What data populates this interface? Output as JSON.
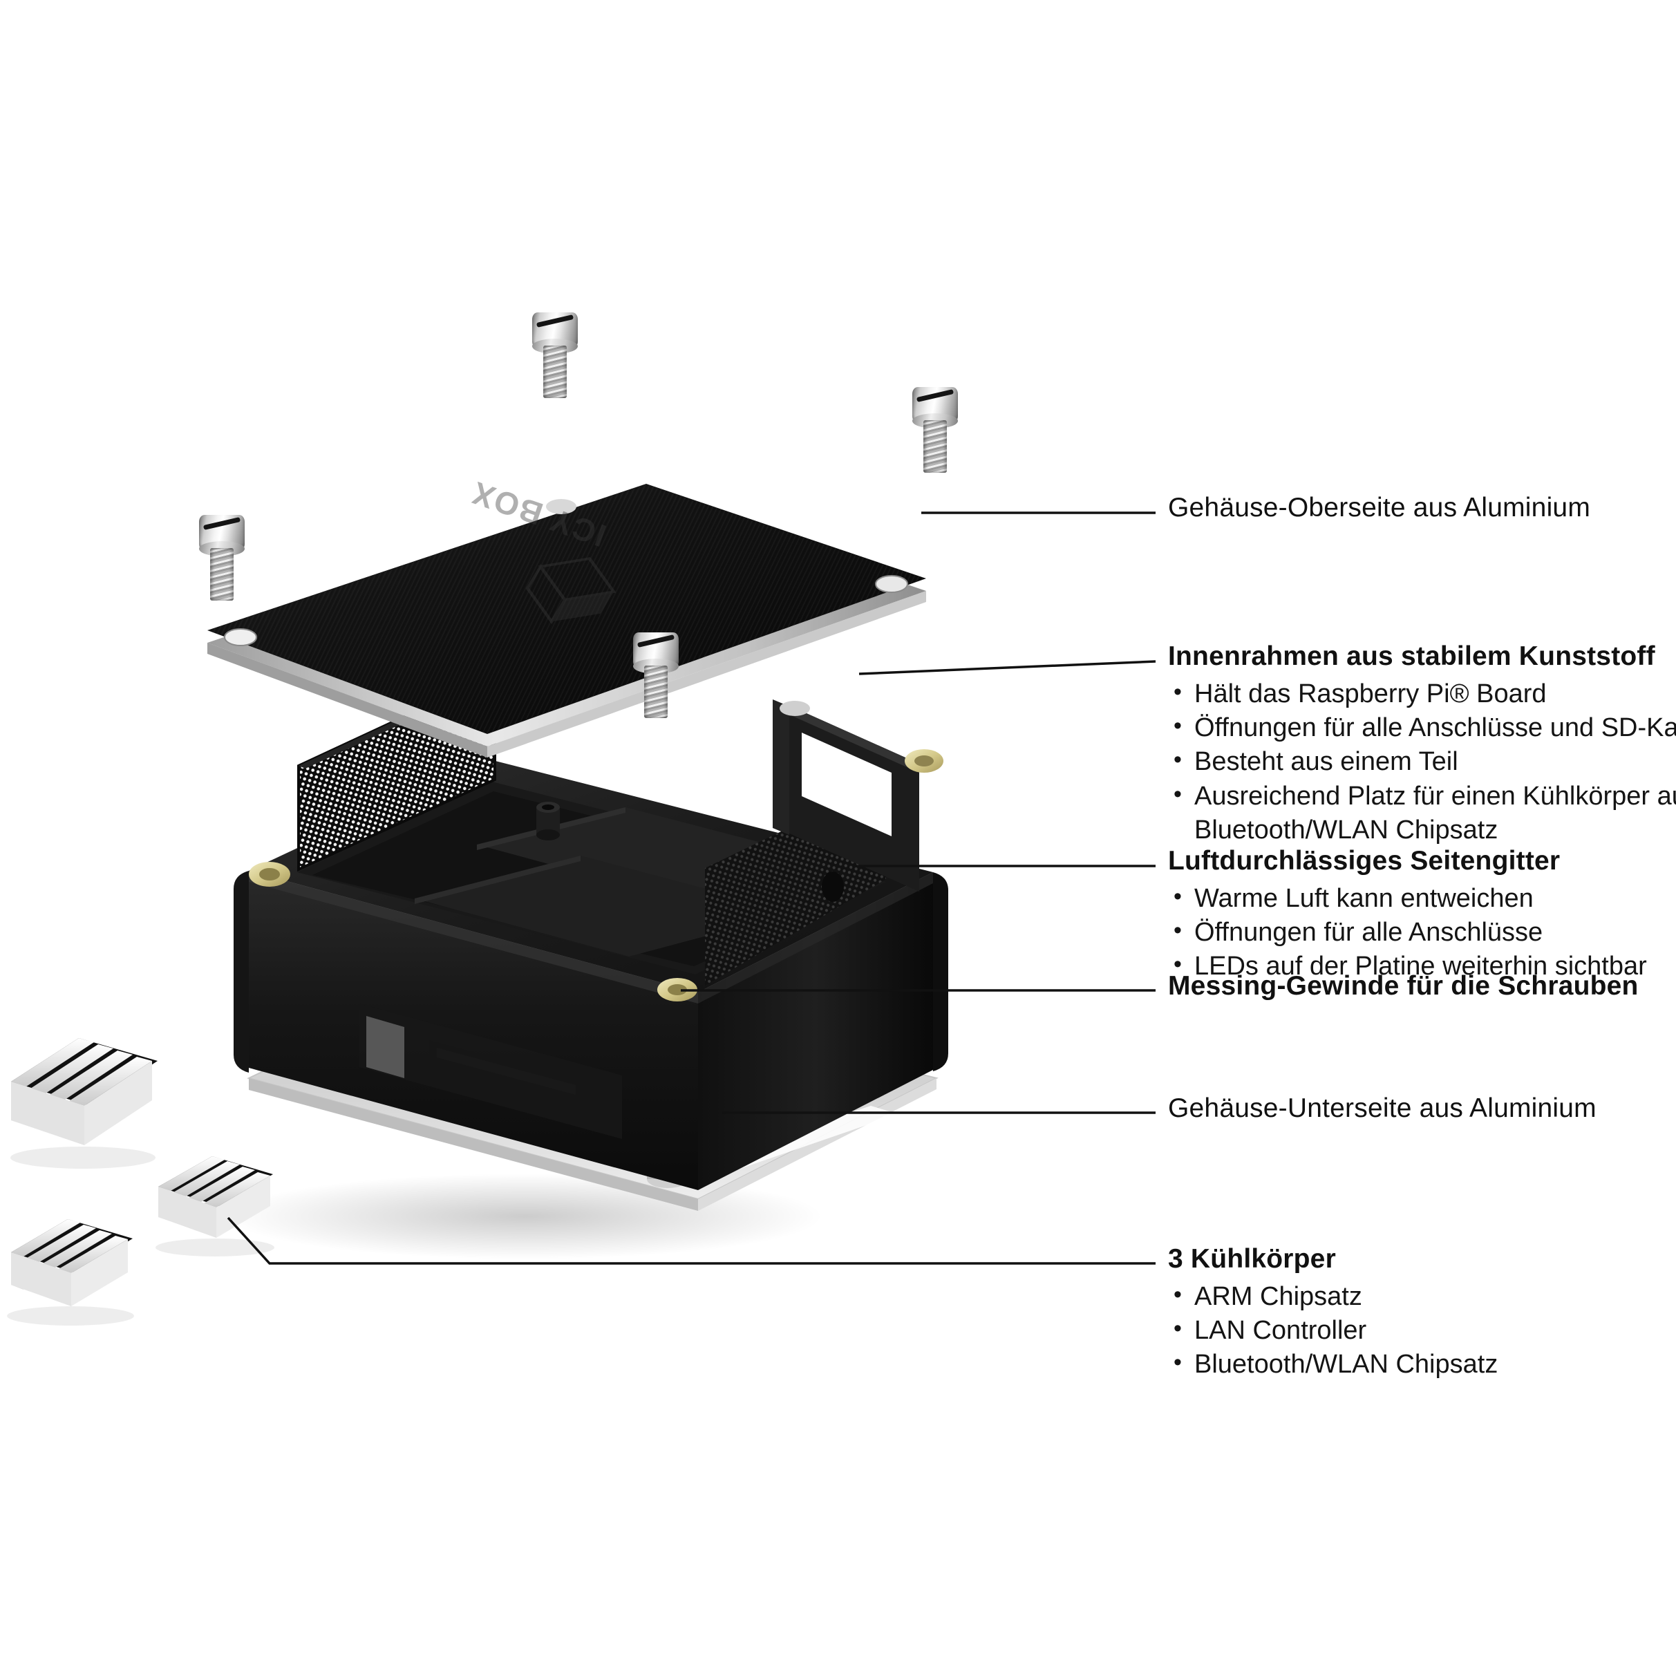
{
  "product": {
    "brand_logo": "ICY BOX",
    "logo_icon": "cube-box-icon",
    "colors": {
      "aluminium_black": "#141414",
      "aluminium_edge": "#d7d7d7",
      "plastic_black": "#1b1b1b",
      "brass": "#d8cf92",
      "heatsink_silver": "#e6e6e6",
      "screw_silver": "#d0d0d0",
      "leader_line": "#111111",
      "background": "#ffffff"
    },
    "parts": {
      "lid": "aluminium-top-cover",
      "inner_frame": "plastic-inner-frame",
      "mesh": "perforated-side-grille",
      "brass_insert": "brass-threaded-insert",
      "base": "aluminium-bottom-cover",
      "sd_slot": "sd-card-slot",
      "foot": "case-foot",
      "screws_count": 4,
      "heatsinks_count": 3
    }
  },
  "callouts": [
    {
      "id": "top-cover",
      "title": "Gehäuse-Oberseite aus Aluminium",
      "items": []
    },
    {
      "id": "inner-frame",
      "title": "Innenrahmen aus stabilem Kunststoff",
      "items": [
        "Hält das Raspberry Pi® Board",
        "Öffnungen für alle Anschlüsse und SD-Kartenslot",
        "Besteht aus einem Teil",
        "Ausreichend Platz für einen Kühlkörper auf dem"
      ],
      "item_continuation": "Bluetooth/WLAN Chipsatz"
    },
    {
      "id": "side-grille",
      "title": "Luftdurchlässiges Seitengitter",
      "items": [
        "Warme Luft kann entweichen",
        "Öffnungen für alle Anschlüsse",
        "LEDs auf der Platine weiterhin sichtbar"
      ]
    },
    {
      "id": "brass-thread",
      "title": "Messing-Gewinde für die Schrauben",
      "items": []
    },
    {
      "id": "bottom-cover",
      "title": "Gehäuse-Unterseite aus Aluminium",
      "items": []
    },
    {
      "id": "heatsinks",
      "title": "3 Kühlkörper",
      "items": [
        "ARM Chipsatz",
        "LAN Controller",
        "Bluetooth/WLAN Chipsatz"
      ]
    }
  ],
  "bullet_glyph": "•"
}
